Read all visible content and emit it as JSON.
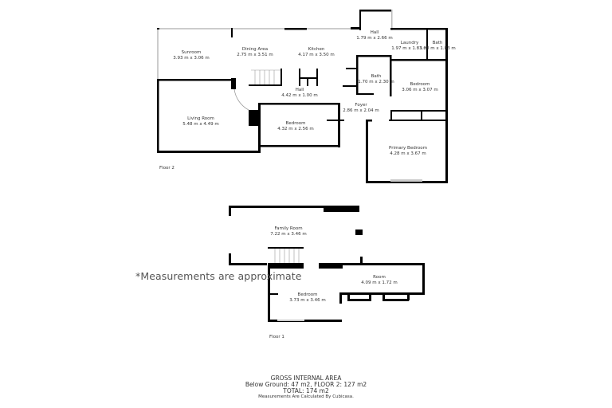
{
  "floor2": {
    "label": "Floor 2",
    "rooms": [
      {
        "name": "Sunroom",
        "size": "3.93 m x 3.06 m"
      },
      {
        "name": "Dining Area",
        "size": "2.75 m x 3.51 m"
      },
      {
        "name": "Kitchen",
        "size": "4.17 m x 3.50 m"
      },
      {
        "name": "Hall",
        "size": "1.79 m x 2.66 m"
      },
      {
        "name": "Laundry",
        "size": "1.97 m x 1.83 m"
      },
      {
        "name": "Bath",
        "size": "1.08 m x 1.83 m"
      },
      {
        "name": "Bath",
        "size": "1.70 m x 2.30 m"
      },
      {
        "name": "Bedroom",
        "size": "3.06 m x 3.07 m"
      },
      {
        "name": "Hall",
        "size": "4.42 m x 1.00 m"
      },
      {
        "name": "Living Room",
        "size": "5.48 m x 4.49 m"
      },
      {
        "name": "Bedroom",
        "size": "4.32 m x 2.56 m"
      },
      {
        "name": "Foyer",
        "size": "2.86 m x 2.04 m"
      },
      {
        "name": "Primary Bedroom",
        "size": "4.28 m x 3.67 m"
      }
    ]
  },
  "floor1": {
    "label": "Floor 1",
    "rooms": [
      {
        "name": "Family Room",
        "size": "7.22 m x 3.46 m"
      },
      {
        "name": "Bedroom",
        "size": "3.73 m x 3.46 m"
      },
      {
        "name": "Room",
        "size": "4.09 m x 1.72 m"
      }
    ]
  },
  "note": "*Measurements are approximate",
  "footer": {
    "title": "GROSS INTERNAL AREA",
    "areas": "Below Ground: 47 m2, FLOOR 2: 127 m2",
    "total": "TOTAL: 174 m2",
    "credit": "Measurements Are Calculated By Cubicasa."
  }
}
